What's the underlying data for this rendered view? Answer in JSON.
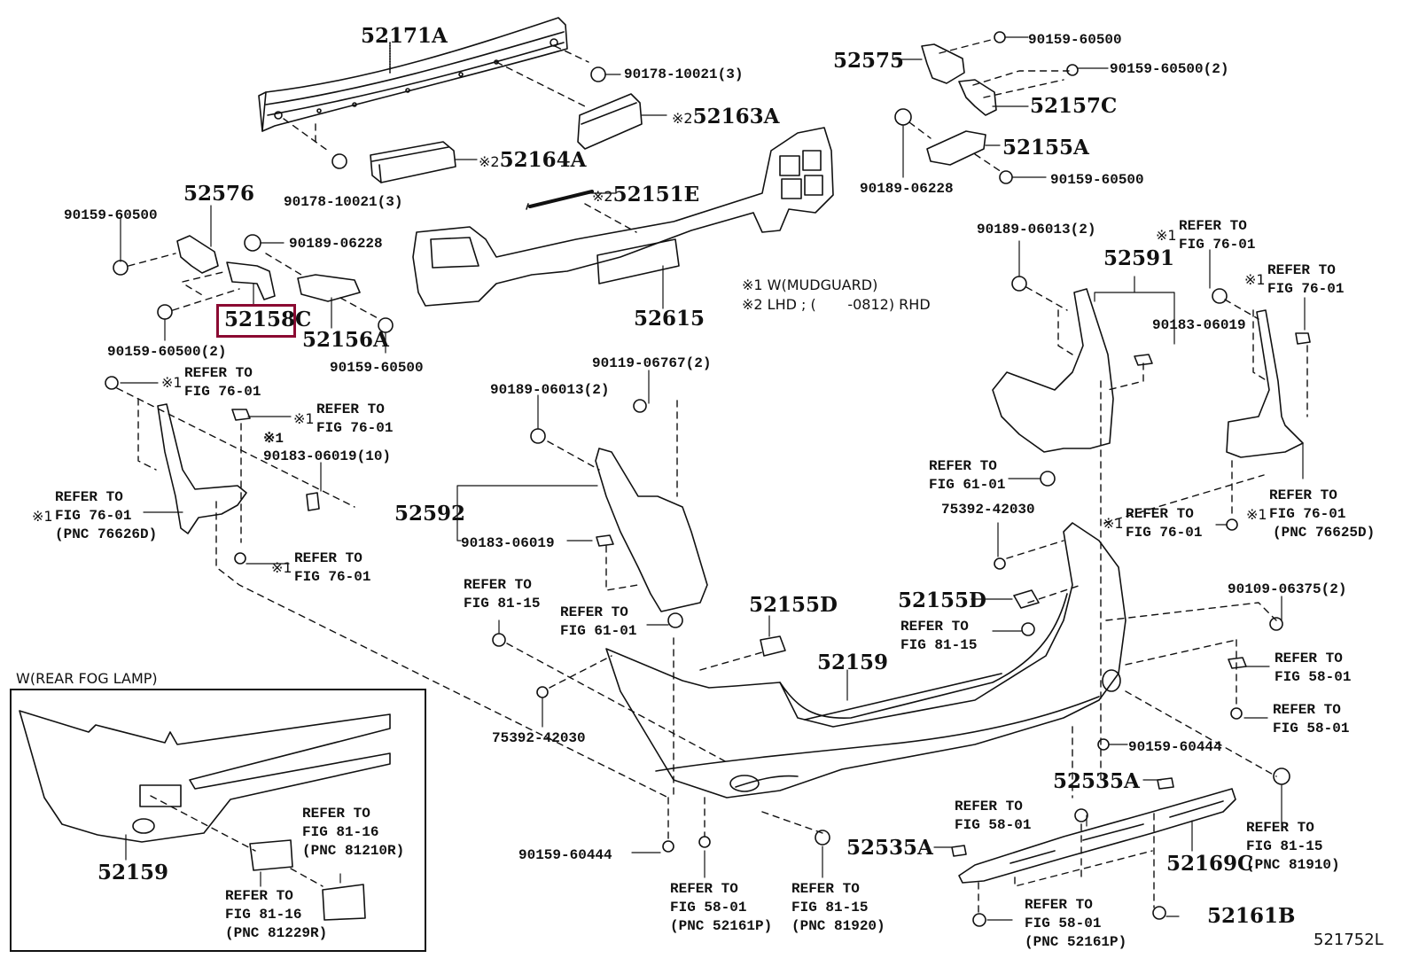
{
  "figure": {
    "id": "521752L",
    "highlight_color": "#8b0a32",
    "highlighted_part": "52158C"
  },
  "notes": {
    "note1": "※1 W(MUDGUARD)",
    "note2": "※2 LHD ; (       -0812) RHD"
  },
  "parts": {
    "p52171A": "52171A",
    "p90178_a": "90178-10021(3)",
    "p90178_b": "90178-10021(3)",
    "p52163A": "52163A",
    "p52164A": "52164A",
    "p52151E": "52151E",
    "p52615": "52615",
    "p52576": "52576",
    "p90159_60500_l": "90159-60500",
    "p90189_06228_l": "90189-06228",
    "p52158C": "52158C",
    "p52156A": "52156A",
    "p90159_60500_2_l": "90159-60500(2)",
    "p90159_60500_m": "90159-60500",
    "p52575": "52575",
    "p90159_60500_r1": "90159-60500",
    "p90159_60500_2_r": "90159-60500(2)",
    "p52157C": "52157C",
    "p52155A": "52155A",
    "p90189_06228_r": "90189-06228",
    "p90159_60500_r2": "90159-60500",
    "p90189_06013_r": "90189-06013(2)",
    "p52591": "52591",
    "p90183_06019_r": "90183-06019",
    "p90183_06019_10": "90183-06019(10)",
    "p90119_06767": "90119-06767(2)",
    "p90189_06013_m": "90189-06013(2)",
    "p52592": "52592",
    "p90183_06019_m": "90183-06019",
    "p75392_r": "75392-42030",
    "p52155D_r": "52155D",
    "p52155D_m": "52155D",
    "p90109_06375": "90109-06375(2)",
    "p52159": "52159",
    "p75392_m": "75392-42030",
    "p90159_60444_r": "90159-60444",
    "p52535A_1": "52535A",
    "p52535A_2": "52535A",
    "p52169C": "52169C",
    "p52161B": "52161B",
    "p90159_60444_m": "90159-60444",
    "p52159_inset": "52159"
  },
  "marks": {
    "m1": "※1",
    "m2": "※2"
  },
  "refs": {
    "r_tl_1": [
      "REFER TO",
      "FIG 76-01"
    ],
    "r_tl_2": [
      "REFER TO",
      "FIG 76-01"
    ],
    "r_tl_3": [
      "REFER TO",
      "FIG 76-01",
      "(PNC 76626D)"
    ],
    "r_tl_4": [
      "REFER TO",
      "FIG 76-01"
    ],
    "r_tr_1": [
      "REFER TO",
      "FIG 76-01"
    ],
    "r_tr_2": [
      "REFER TO",
      "FIG 76-01"
    ],
    "r_tr_3": [
      "REFER TO",
      "FIG 76-01",
      "(PNC 76625D)"
    ],
    "r_tr_4": [
      "REFER TO",
      "FIG 76-01"
    ],
    "r_61_r": [
      "REFER TO",
      "FIG 61-01"
    ],
    "r_61_m": [
      "REFER TO",
      "FIG 61-01"
    ],
    "r_8115_m": [
      "REFER TO",
      "FIG 81-15"
    ],
    "r_8115_r": [
      "REFER TO",
      "FIG 81-15"
    ],
    "r_5801_a": [
      "REFER TO",
      "FIG 58-01"
    ],
    "r_5801_b": [
      "REFER TO",
      "FIG 58-01"
    ],
    "r_5801_c": [
      "REFER TO",
      "FIG 58-01"
    ],
    "r_5801_pnc_b": [
      "REFER TO",
      "FIG 58-01",
      "(PNC 52161P)"
    ],
    "r_5801_pnc_m": [
      "REFER TO",
      "FIG 58-01",
      "(PNC 52161P)"
    ],
    "r_8115_pnc_81920": [
      "REFER TO",
      "FIG 81-15",
      "(PNC 81920)"
    ],
    "r_8115_pnc_81910": [
      "REFER TO",
      "FIG 81-15",
      "(PNC 81910)"
    ],
    "r_8116_81210": [
      "REFER TO",
      "FIG 81-16",
      "(PNC 81210R)"
    ],
    "r_8116_81229": [
      "REFER TO",
      "FIG 81-16",
      "(PNC 81229R)"
    ]
  },
  "inset": {
    "title": "W(REAR FOG LAMP)"
  }
}
